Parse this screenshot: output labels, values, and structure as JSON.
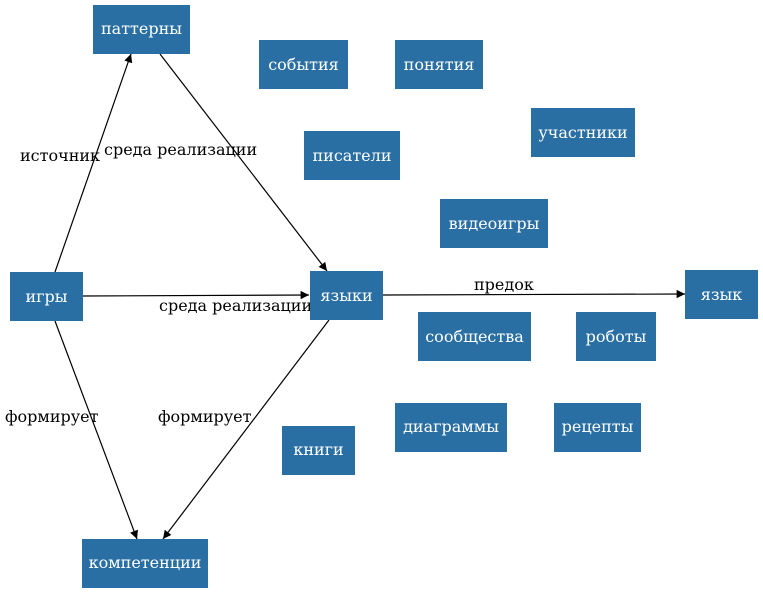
{
  "nodes": {
    "patterns": "паттерны",
    "events": "события",
    "concepts": "понятия",
    "participants": "участники",
    "writers": "писатели",
    "videogames": "видеоигры",
    "games": "игры",
    "languages": "языки",
    "language": "язык",
    "communities": "сообщества",
    "robots": "роботы",
    "diagrams": "диаграммы",
    "recipes": "рецепты",
    "books": "книги",
    "competencies": "компетенции"
  },
  "edges": {
    "games_patterns": "источник",
    "patterns_languages": "среда реализации",
    "games_languages": "среда реализации",
    "languages_language": "предок",
    "games_competencies": "формирует",
    "languages_competencies": "формирует"
  },
  "colors": {
    "node_fill": "#2a6fa4",
    "node_text": "#ffffff",
    "edge": "#000000"
  }
}
